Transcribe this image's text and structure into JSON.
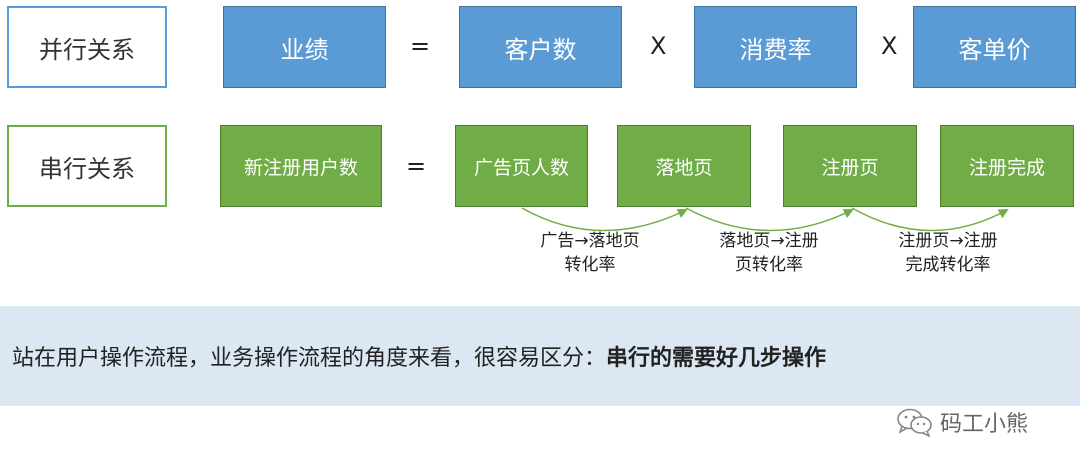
{
  "row1": {
    "label": "并行关系",
    "result": "业绩",
    "eq": "=",
    "factors": [
      "客户数",
      "消费率",
      "客单价"
    ],
    "times": "X"
  },
  "row2": {
    "label": "串行关系",
    "result": "新注册用户数",
    "eq": "=",
    "steps": [
      "广告页人数",
      "落地页",
      "注册页",
      "注册完成"
    ],
    "conversions": [
      {
        "line1": "广告→落地页",
        "line2": "转化率"
      },
      {
        "line1": "落地页→注册",
        "line2": "页转化率"
      },
      {
        "line1": "注册页→注册",
        "line2": "完成转化率"
      }
    ]
  },
  "summary": {
    "text": "站在用户操作流程，业务操作流程的角度来看，很容易区分：",
    "bold": "串行的需要好几步操作"
  },
  "watermark": {
    "text": "码工小熊",
    "icon": "wechat-icon"
  },
  "colors": {
    "blue": "#5b9bd5",
    "green": "#70ad47",
    "band": "#dbe7f3"
  }
}
